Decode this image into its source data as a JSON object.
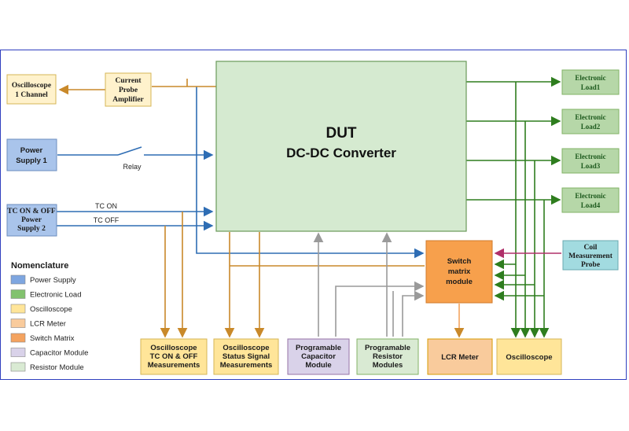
{
  "dut": {
    "line1": "DUT",
    "line2": "DC-DC Converter"
  },
  "blocks": {
    "osc1": [
      "Oscilloscope",
      "1 Channel"
    ],
    "probe_amp": [
      "Current",
      "Probe",
      "Amplifier"
    ],
    "ps1": [
      "Power",
      "Supply 1"
    ],
    "ps2": [
      "TC ON & OFF",
      "Power",
      "Supply 2"
    ],
    "relay": "Relay",
    "tc_on": "TC ON",
    "tc_off": "TC OFF",
    "load1": [
      "Electronic",
      "Load1"
    ],
    "load2": [
      "Electronic",
      "Load2"
    ],
    "load3": [
      "Electronic",
      "Load3"
    ],
    "load4": [
      "Electronic",
      "Load4"
    ],
    "coil_probe": [
      "Coil",
      "Measurement",
      "Probe"
    ],
    "switch": [
      "Switch",
      "matrix",
      "module"
    ],
    "osc_tc": [
      "Oscilloscope",
      "TC ON & OFF",
      "Measurements"
    ],
    "osc_status": [
      "Oscilloscope",
      "Status Signal",
      "Measurements"
    ],
    "cap_module": [
      "Programable",
      "Capacitor",
      "Module"
    ],
    "res_module": [
      "Programable",
      "Resistor",
      "Modules"
    ],
    "lcr": "LCR Meter",
    "oscilloscope": "Oscilloscope"
  },
  "legend": {
    "title": "Nomenclature",
    "items": [
      {
        "label": "Power Supply",
        "color": "#7ea6e0"
      },
      {
        "label": "Electronic Load",
        "color": "#82c26e"
      },
      {
        "label": "Oscilloscope",
        "color": "#ffe599"
      },
      {
        "label": "LCR Meter",
        "color": "#f9cb9c"
      },
      {
        "label": "Switch Matrix",
        "color": "#f4a35f"
      },
      {
        "label": "Capacitor Module",
        "color": "#d9d2e9"
      },
      {
        "label": "Resistor Module",
        "color": "#d9ead3"
      }
    ]
  },
  "colors": {
    "blue_wire": "#2e6db4",
    "orange_wire": "#c9892a",
    "green_wire": "#2e7d1e",
    "gray_wire": "#9a9a9a",
    "magenta_wire": "#b0306a",
    "dut_fill": "#d5ead0"
  }
}
